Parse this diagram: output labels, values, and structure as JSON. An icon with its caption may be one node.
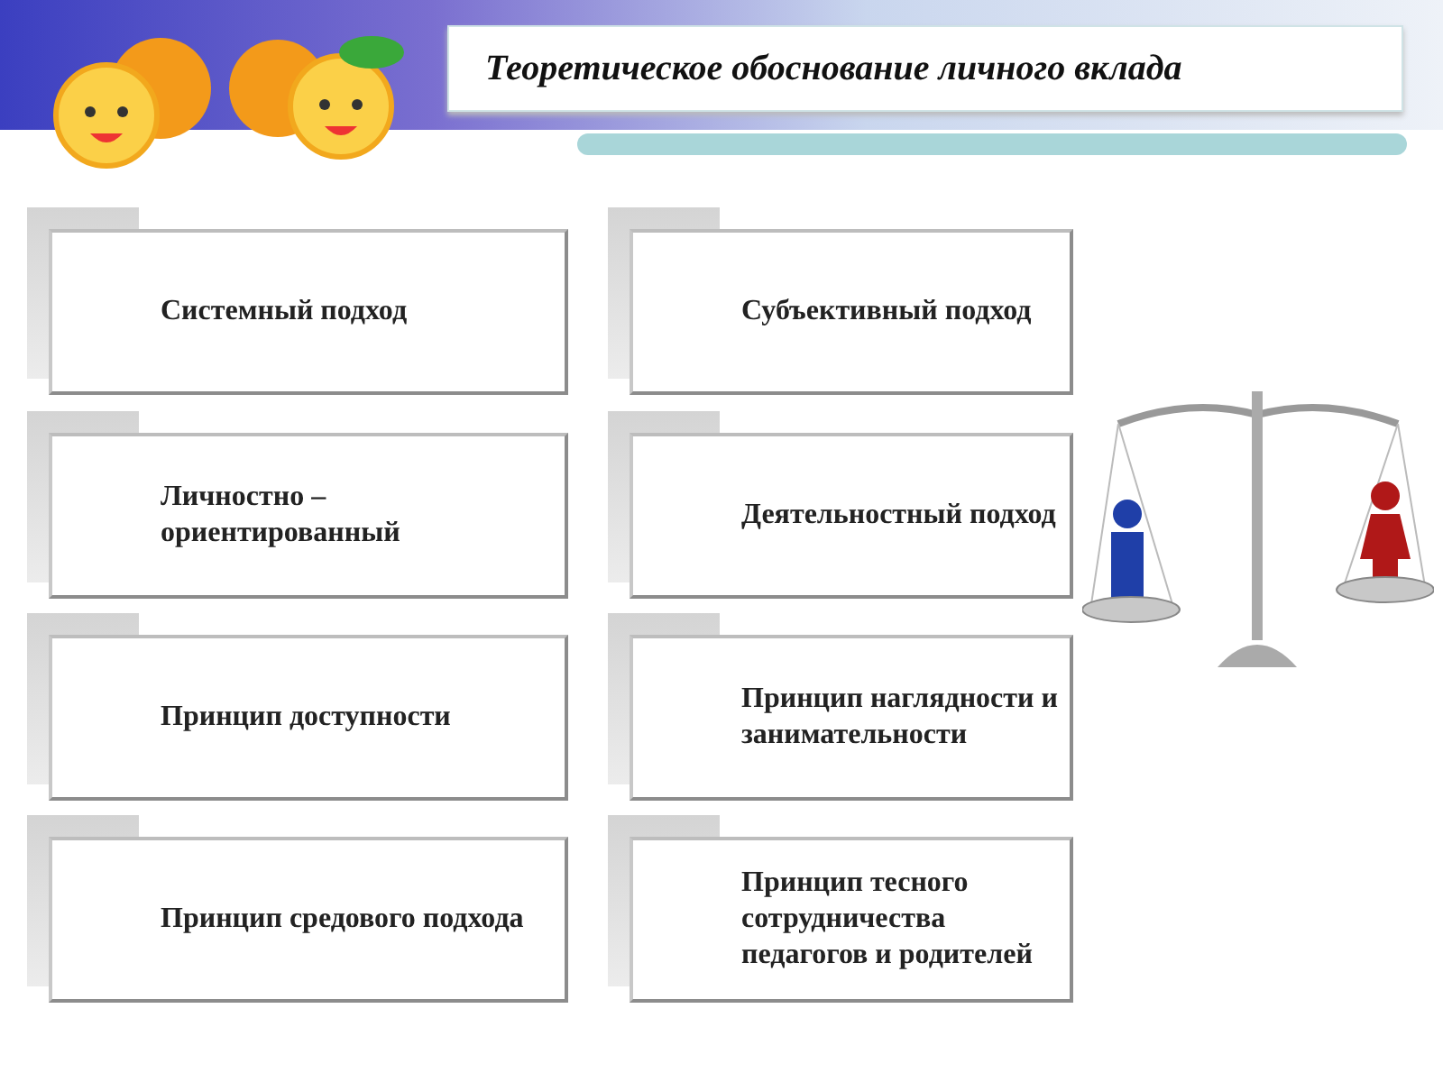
{
  "diagram": {
    "title": "Теоретическое обоснование личного вклада",
    "nodes": [
      {
        "text": [
          "Системный подход"
        ]
      },
      {
        "text": [
          "Субъективный подход"
        ]
      },
      {
        "text": [
          "Личностно – ориентированный"
        ]
      },
      {
        "text": [
          "Деятельностный подход"
        ]
      },
      {
        "text": [
          "Принцип доступности"
        ]
      },
      {
        "text": [
          "Принцип наглядности и занимательности"
        ]
      },
      {
        "text": [
          "Принцип средового подхода"
        ]
      },
      {
        "text": [
          "Принцип тесного сотрудничества педагогов и родителей"
        ]
      }
    ]
  }
}
